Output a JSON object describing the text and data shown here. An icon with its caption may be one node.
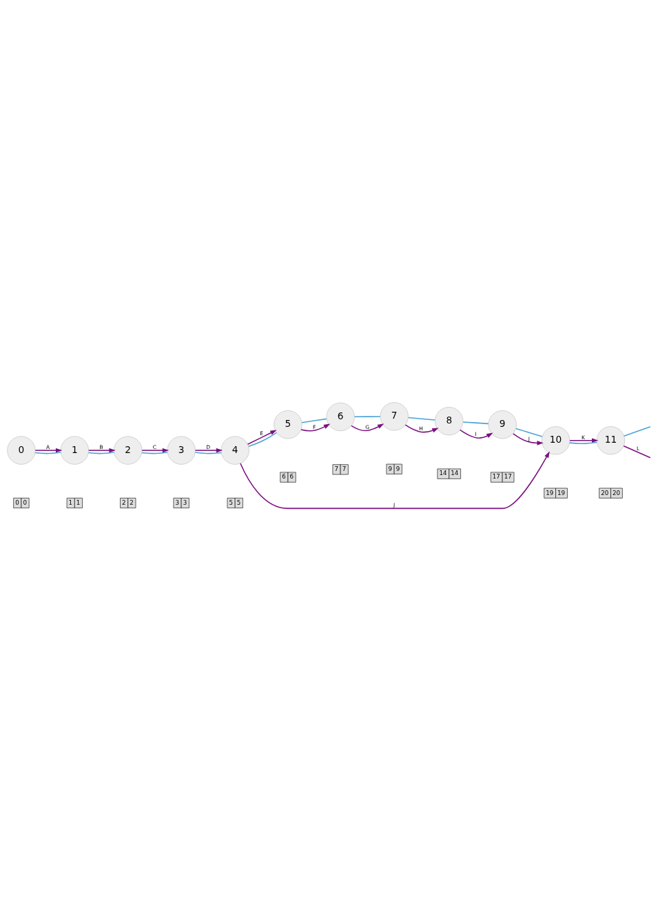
{
  "diagram": {
    "nodes": [
      {
        "text": [
          "0"
        ],
        "beside": [
          "0",
          "0"
        ]
      },
      {
        "text": [
          "1"
        ],
        "beside": [
          "1",
          "1"
        ]
      },
      {
        "text": [
          "2"
        ],
        "beside": [
          "2",
          "2"
        ]
      },
      {
        "text": [
          "3"
        ],
        "beside": [
          "3",
          "3"
        ]
      },
      {
        "text": [
          "4"
        ],
        "beside": [
          "5",
          "5"
        ]
      },
      {
        "text": [
          "5"
        ],
        "beside": [
          "6",
          "6"
        ]
      },
      {
        "text": [
          "6"
        ],
        "beside": [
          "7",
          "7"
        ]
      },
      {
        "text": [
          "7"
        ],
        "beside": [
          "9",
          "9"
        ]
      },
      {
        "text": [
          "8"
        ],
        "beside": [
          "14",
          "14"
        ]
      },
      {
        "text": [
          "9"
        ],
        "beside": [
          "17",
          "17"
        ]
      },
      {
        "text": [
          "10"
        ],
        "beside": [
          "19",
          "19"
        ]
      },
      {
        "text": [
          "11"
        ],
        "beside": [
          "20",
          "20"
        ]
      }
    ],
    "edges": [
      {
        "from": 0,
        "to": 1,
        "arrow": "to",
        "label": "A",
        "color": "#7b0f80"
      },
      {
        "from": 0,
        "to": 1,
        "arrow": "none",
        "color": "#4aa3d4"
      },
      {
        "from": 1,
        "to": 2,
        "arrow": "to",
        "label": "B",
        "color": "#7b0f80"
      },
      {
        "from": 1,
        "to": 2,
        "arrow": "none",
        "color": "#4aa3d4"
      },
      {
        "from": 2,
        "to": 3,
        "arrow": "to",
        "label": "C",
        "color": "#7b0f80"
      },
      {
        "from": 2,
        "to": 3,
        "arrow": "none",
        "color": "#4aa3d4"
      },
      {
        "from": 3,
        "to": 4,
        "arrow": "to",
        "label": "D",
        "color": "#7b0f80"
      },
      {
        "from": 3,
        "to": 4,
        "arrow": "none",
        "color": "#4aa3d4"
      },
      {
        "from": 4,
        "to": 5,
        "arrow": "to",
        "label": "E",
        "color": "#7b0f80"
      },
      {
        "from": 4,
        "to": 5,
        "arrow": "none",
        "color": "#4aa3d4"
      },
      {
        "from": 5,
        "to": 6,
        "arrow": "to",
        "label": "F",
        "color": "#7b0f80"
      },
      {
        "from": 5,
        "to": 6,
        "arrow": "none",
        "color": "#4aa3d4"
      },
      {
        "from": 6,
        "to": 7,
        "arrow": "to",
        "label": "G",
        "color": "#7b0f80"
      },
      {
        "from": 6,
        "to": 7,
        "arrow": "none",
        "color": "#4aa3d4"
      },
      {
        "from": 7,
        "to": 8,
        "arrow": "to",
        "label": "H",
        "color": "#7b0f80"
      },
      {
        "from": 7,
        "to": 8,
        "arrow": "none",
        "color": "#4aa3d4"
      },
      {
        "from": 8,
        "to": 9,
        "arrow": "to",
        "label": "I",
        "color": "#7b0f80"
      },
      {
        "from": 8,
        "to": 9,
        "arrow": "none",
        "color": "#4aa3d4"
      },
      {
        "from": 4,
        "to": 10,
        "arrow": "to",
        "label": "J",
        "color": "#7b0f80"
      },
      {
        "from": 9,
        "to": 10,
        "arrow": "to",
        "label": "J",
        "color": "#7b0f80"
      },
      {
        "from": 9,
        "to": 10,
        "arrow": "none",
        "color": "#4aa3d4"
      },
      {
        "from": 10,
        "to": 11,
        "arrow": "to",
        "label": "K",
        "color": "#7b0f80"
      },
      {
        "from": 10,
        "to": 11,
        "arrow": "none",
        "color": "#4aa3d4"
      },
      {
        "from": 11,
        "to": null,
        "arrow": "none",
        "label": "L",
        "color": "#7b0f80"
      },
      {
        "from": 11,
        "to": null,
        "arrow": "none",
        "color": "#4aa3d4"
      }
    ]
  }
}
